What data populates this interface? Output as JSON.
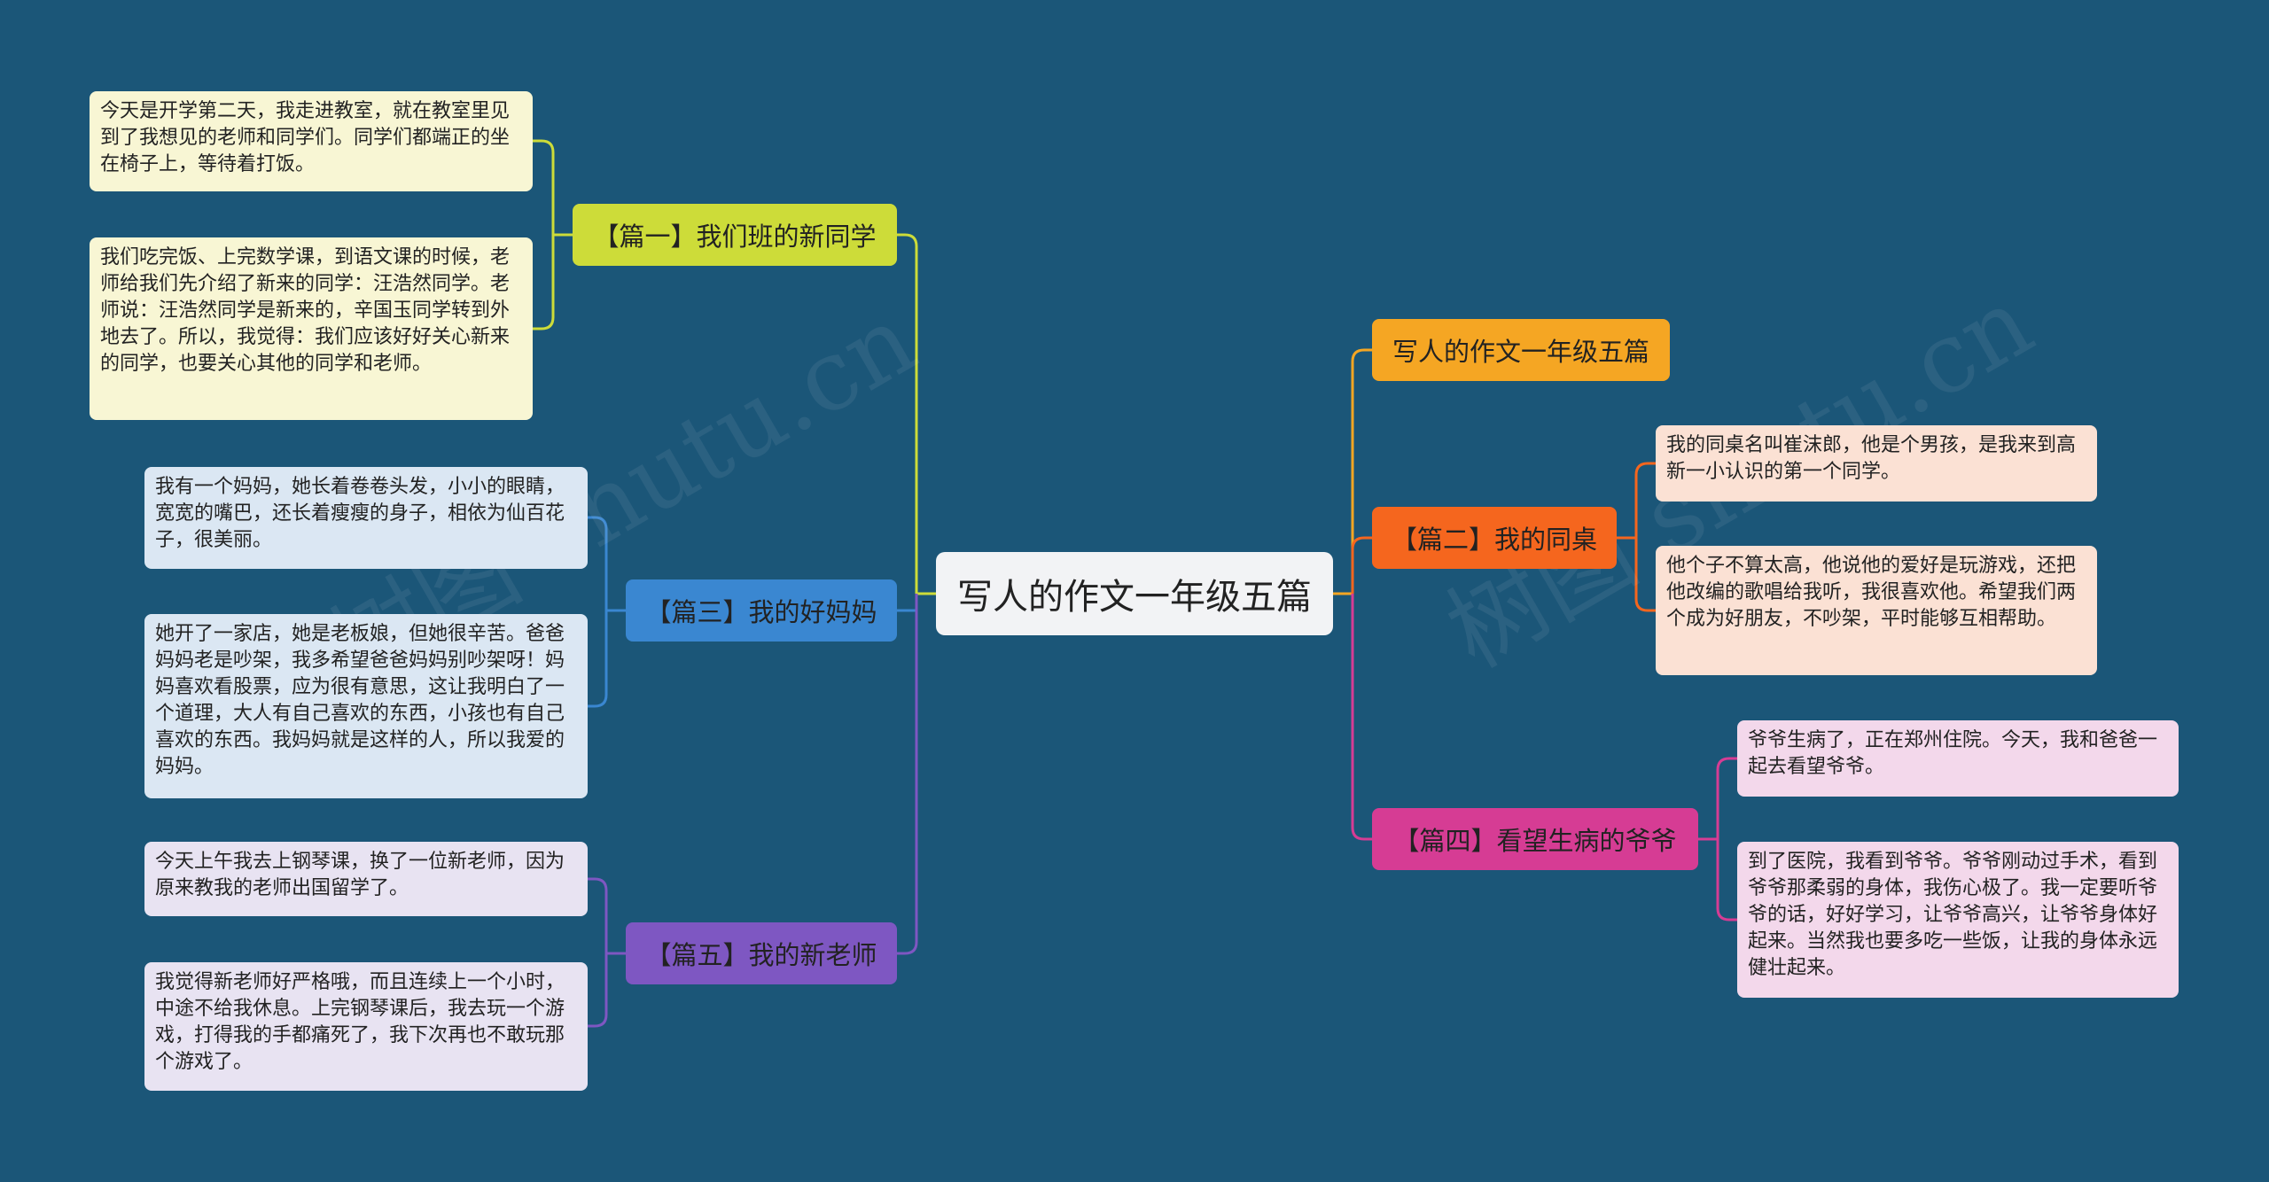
{
  "root": {
    "label": "写人的作文一年级五篇"
  },
  "watermark": "树图 shutu.cn",
  "colors": {
    "background": "#1b5678",
    "branch1": "#cddc39",
    "branch3": "#3a87d1",
    "branch5": "#7e57c2",
    "branchTitle": "#f5a623",
    "branch2": "#f5661e",
    "branch4": "#d63c94"
  },
  "branches": {
    "b1": {
      "label": "【篇一】我们班的新同学",
      "leaves": [
        "今天是开学第二天，我走进教室，就在教室里见到了我想见的老师和同学们。同学们都端正的坐在椅子上，等待着打饭。",
        "我们吃完饭、上完数学课，到语文课的时候，老师给我们先介绍了新来的同学：汪浩然同学。老师说：汪浩然同学是新来的，辛国玉同学转到外地去了。所以，我觉得：我们应该好好关心新来的同学，也要关心其他的同学和老师。"
      ]
    },
    "b3": {
      "label": "【篇三】我的好妈妈",
      "leaves": [
        "我有一个妈妈，她长着卷卷头发，小小的眼睛，宽宽的嘴巴，还长着瘦瘦的身子，相依为仙百花子，很美丽。",
        "她开了一家店，她是老板娘，但她很辛苦。爸爸妈妈老是吵架，我多希望爸爸妈妈别吵架呀！妈妈喜欢看股票，应为很有意思，这让我明白了一个道理，大人有自己喜欢的东西，小孩也有自己喜欢的东西。我妈妈就是这样的人，所以我爱的妈妈。"
      ]
    },
    "b5": {
      "label": "【篇五】我的新老师",
      "leaves": [
        "今天上午我去上钢琴课，换了一位新老师，因为原来教我的老师出国留学了。",
        "我觉得新老师好严格哦，而且连续上一个小时，中途不给我休息。上完钢琴课后，我去玩一个游戏，打得我的手都痛死了，我下次再也不敢玩那个游戏了。"
      ]
    },
    "bt": {
      "label": "写人的作文一年级五篇",
      "leaves": []
    },
    "b2": {
      "label": "【篇二】我的同桌",
      "leaves": [
        "我的同桌名叫崔沫郎，他是个男孩，是我来到高新一小认识的第一个同学。",
        "他个子不算太高，他说他的爱好是玩游戏，还把他改编的歌唱给我听，我很喜欢他。希望我们两个成为好朋友，不吵架，平时能够互相帮助。"
      ]
    },
    "b4": {
      "label": "【篇四】看望生病的爷爷",
      "leaves": [
        "爷爷生病了，正在郑州住院。今天，我和爸爸一起去看望爷爷。",
        "到了医院，我看到爷爷。爷爷刚动过手术，看到爷爷那柔弱的身体，我伤心极了。我一定要听爷爷的话，好好学习，让爷爷高兴，让爷爷身体好起来。当然我也要多吃一些饭，让我的身体永远健壮起来。"
      ]
    }
  }
}
